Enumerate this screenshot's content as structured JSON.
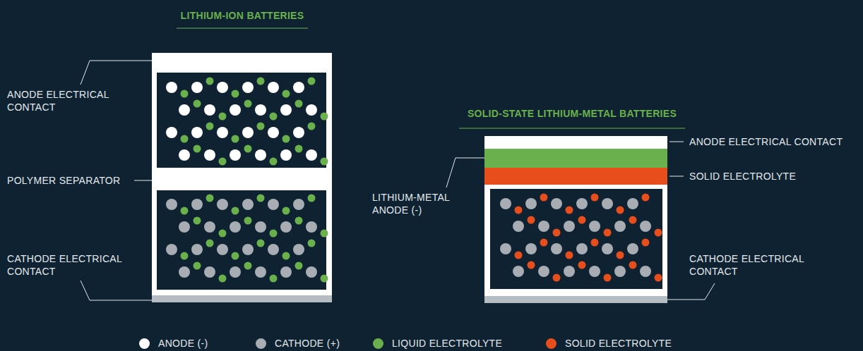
{
  "diagram": {
    "labels": [
      "LITHIUM-ION BATTERIES",
      "SOLID-STATE LITHIUM-METAL BATTERIES",
      "ANODE ELECTRICAL CONTACT",
      "POLYMER SEPARATOR",
      "CATHODE ELECTRICAL CONTACT",
      "LITHIUM-METAL ANODE (-)",
      "ANODE ELECTRICAL CONTACT",
      "SOLID ELECTROLYTE",
      "CATHODE ELECTRICAL CONTACT"
    ],
    "legend": [
      {
        "text": "ANODE (-)",
        "color": "#ffffff"
      },
      {
        "text": "CATHODE (+)",
        "color": "#a7adb2"
      },
      {
        "text": "LIQUID ELECTROLYTE",
        "color": "#6ab04c"
      },
      {
        "text": "SOLID ELECTROLYTE",
        "color": "#e84e1b"
      }
    ]
  }
}
